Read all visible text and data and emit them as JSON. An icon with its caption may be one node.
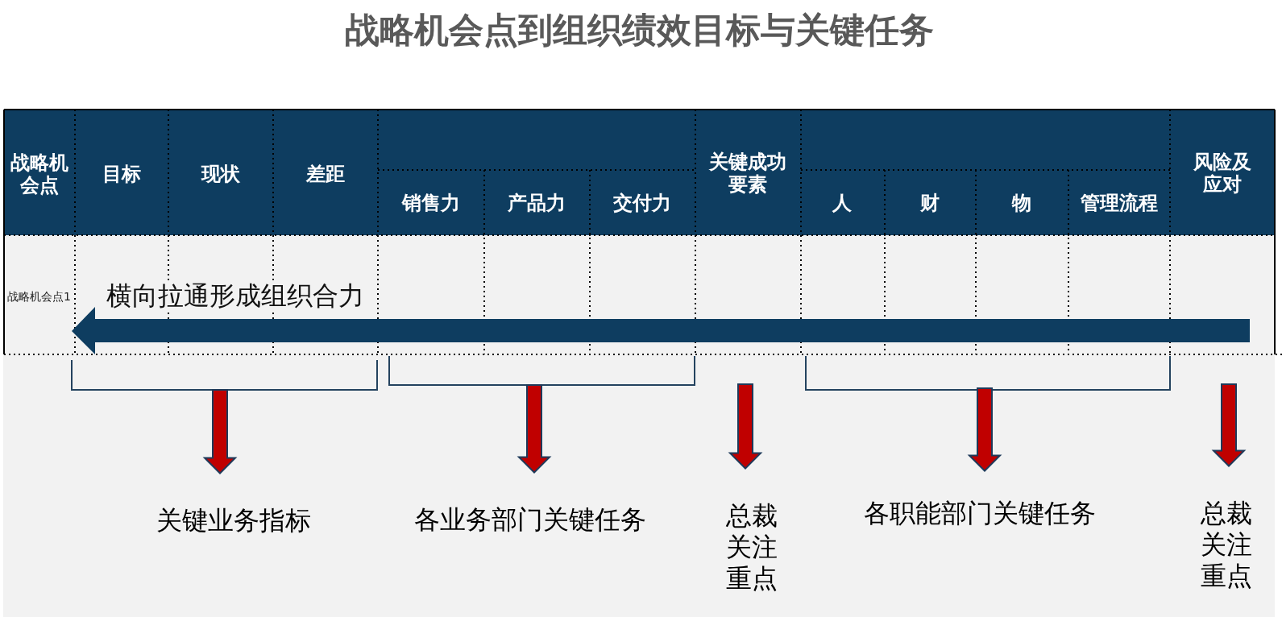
{
  "diagram": {
    "title": "战略机会点到组织绩效目标与关键任务",
    "nodes": [
      {
        "text": [
          "关键业务指标"
        ]
      },
      {
        "text": [
          "各业务部门关键任务"
        ]
      },
      {
        "text": [
          "总裁关注重点"
        ]
      },
      {
        "text": [
          "各职能部门关键任务"
        ]
      },
      {
        "text": [
          "总裁关注重点"
        ]
      }
    ],
    "edges": [
      {
        "from": null,
        "to": 0,
        "arrow": "to"
      },
      {
        "from": null,
        "to": 1,
        "arrow": "to"
      },
      {
        "from": null,
        "to": 2,
        "arrow": "to"
      },
      {
        "from": null,
        "to": 3,
        "arrow": "to"
      },
      {
        "from": null,
        "to": 4,
        "arrow": "to"
      }
    ],
    "labels": [
      "战略机会点",
      "目标",
      "现状",
      "差距",
      "关键成功要素",
      "风险及应对",
      "销售力",
      "产品力",
      "交付力",
      "人",
      "财",
      "物",
      "管理流程",
      "战略机会点1",
      "横向拉通形成组织合力"
    ]
  }
}
